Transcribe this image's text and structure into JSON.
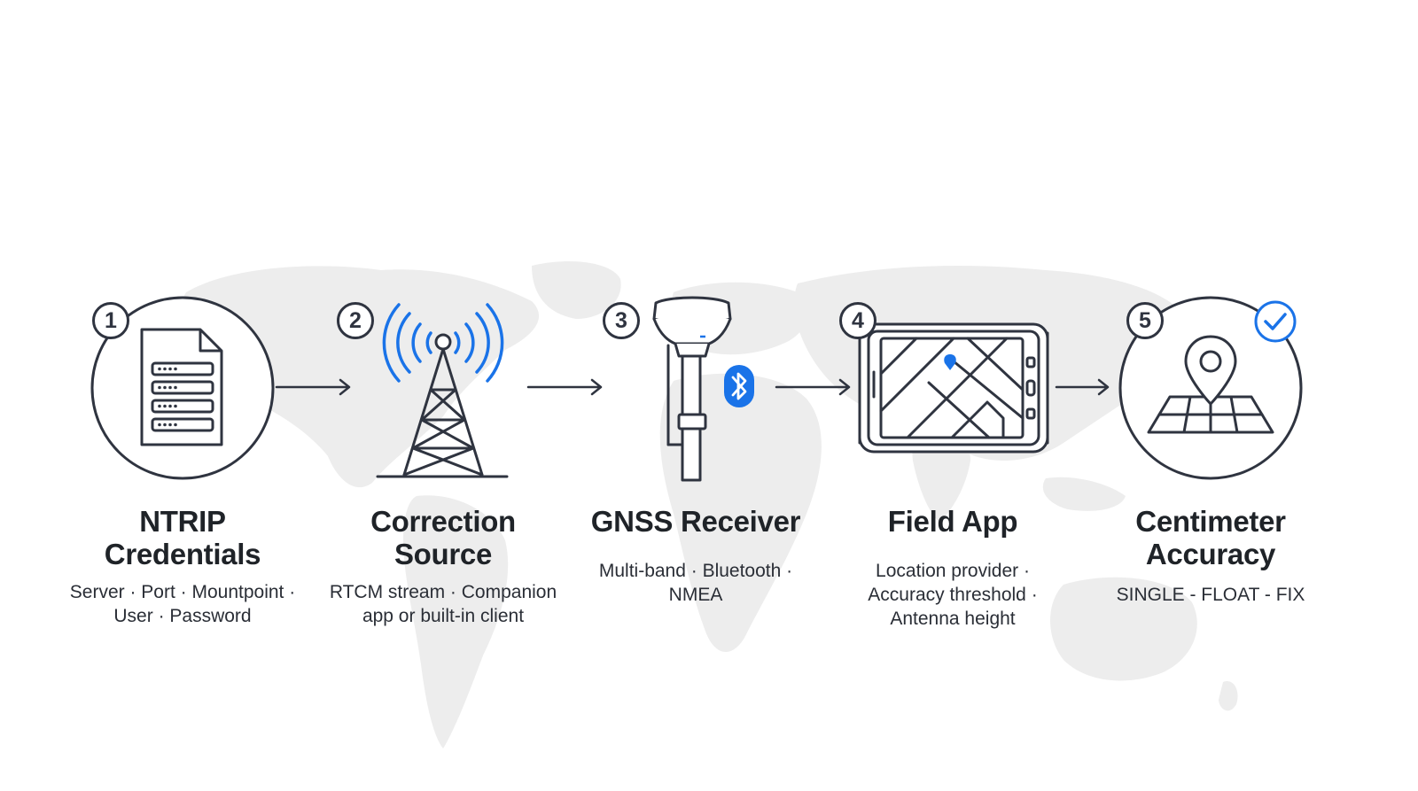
{
  "steps": [
    {
      "number": "1",
      "title_line1": "NTRIP",
      "title_line2": "Credentials",
      "desc_line1": "Server · Port · Mountpoint ·",
      "desc_line2": "User · Password",
      "icon": "document-icon"
    },
    {
      "number": "2",
      "title_line1": "Correction",
      "title_line2": "Source",
      "desc_line1": "RTCM stream · Companion",
      "desc_line2": "app or built-in client",
      "icon": "radio-tower-icon"
    },
    {
      "number": "3",
      "title_line1": "GNSS Receiver",
      "desc_line1": "Multi-band · Bluetooth ·",
      "desc_line2": "NMEA",
      "icon": "gnss-receiver-icon"
    },
    {
      "number": "4",
      "title_line1": "Field App",
      "desc_line1": "Location provider ·",
      "desc_line2": "Accuracy threshold ·",
      "desc_line3": "Antenna height",
      "icon": "rugged-tablet-icon"
    },
    {
      "number": "5",
      "title_line1": "Centimeter",
      "title_line2": "Accuracy",
      "desc_line1": "SINGLE - FLOAT - FIX",
      "icon": "map-pin-grid-icon"
    }
  ],
  "colors": {
    "stroke": "#2f3440",
    "accent_blue": "#1a73e8",
    "map_fill": "#ececec",
    "text": "#1f2328"
  }
}
